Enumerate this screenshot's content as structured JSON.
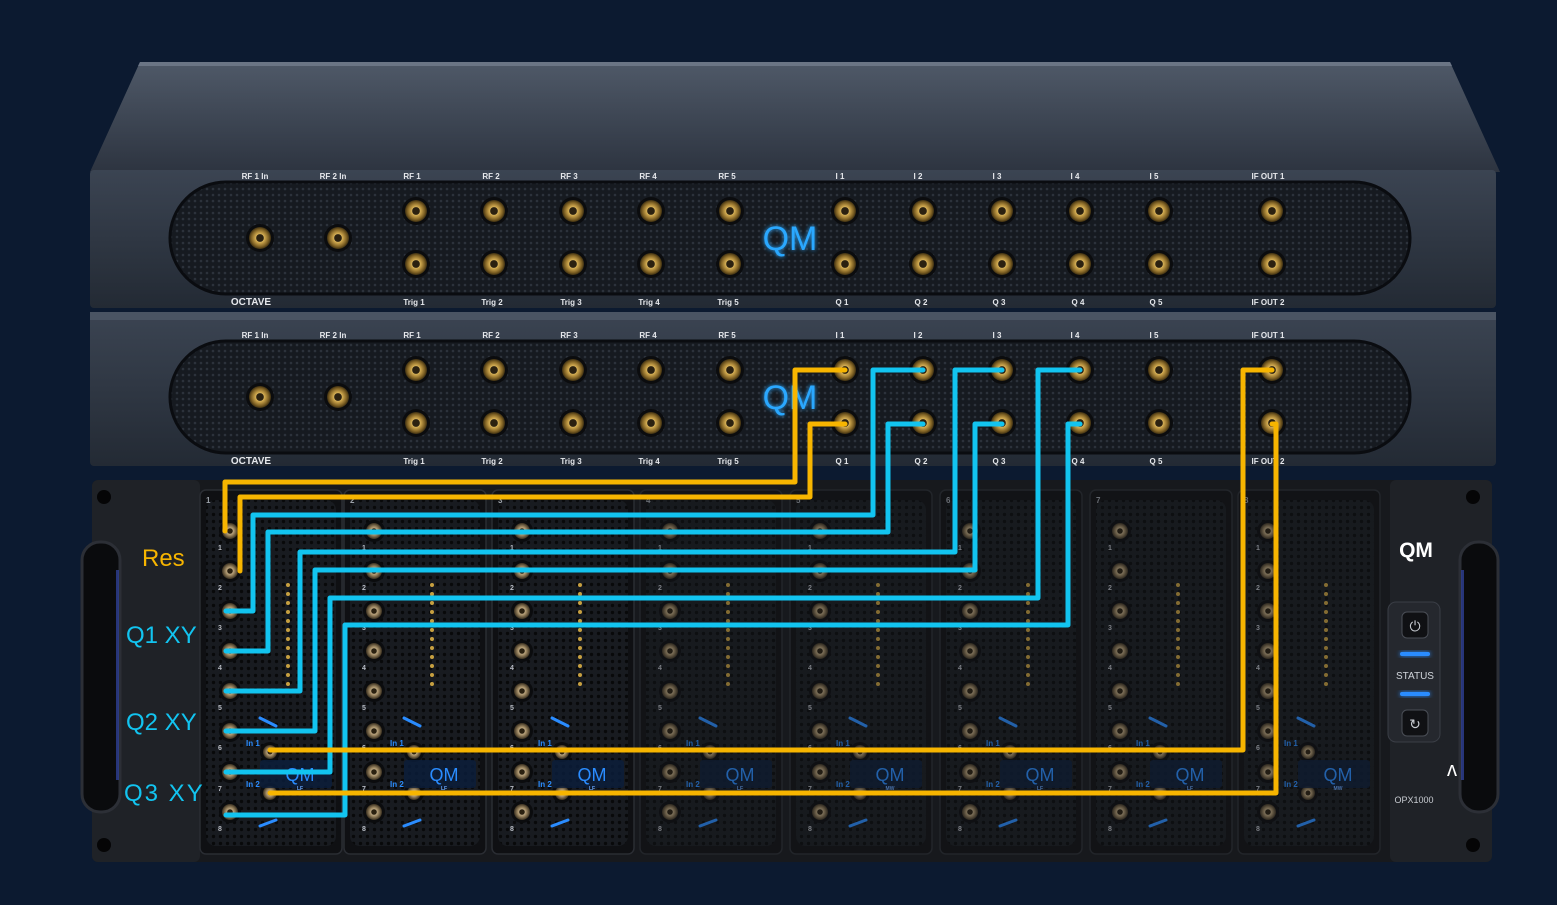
{
  "octave": {
    "name": "OCTAVE",
    "top_labels": [
      "RF 1 In",
      "RF 2 In",
      "RF 1",
      "RF 2",
      "RF 3",
      "RF 4",
      "RF 5",
      "I 1",
      "I 2",
      "I 3",
      "I 4",
      "I 5",
      "IF OUT 1"
    ],
    "bottom_labels": [
      "Trig 1",
      "Trig 2",
      "Trig 3",
      "Trig 4",
      "Trig 5",
      "Q 1",
      "Q 2",
      "Q 3",
      "Q 4",
      "Q 5",
      "IF OUT 2"
    ],
    "logo": "QM"
  },
  "opx": {
    "model": "OPX1000",
    "logo": "QM",
    "status_label": "STATUS",
    "slot_numbers": [
      "1",
      "2",
      "3",
      "4",
      "5",
      "6",
      "7",
      "8"
    ],
    "port_numbers": [
      "1",
      "2",
      "3",
      "4",
      "5",
      "6",
      "7",
      "8"
    ],
    "input_labels": [
      "In 1",
      "In 2"
    ],
    "module_badges": [
      "LF",
      "LF",
      "LF",
      "LF",
      "MW",
      "LF",
      "LF",
      "MW"
    ],
    "module_logo": "QM"
  },
  "cable_labels": [
    {
      "text": "Res",
      "color": "#f7b500"
    },
    {
      "text": "Q1 XY",
      "color": "#12c4f0"
    },
    {
      "text": "Q2 XY",
      "color": "#12c4f0"
    },
    {
      "text": "Q3 XY",
      "color": "#12c4f0"
    }
  ],
  "colors": {
    "background": "#0c1a30",
    "res_cable": "#f7b500",
    "xy_cable": "#12c4f0",
    "logo_glow": "#2aa8ff"
  }
}
